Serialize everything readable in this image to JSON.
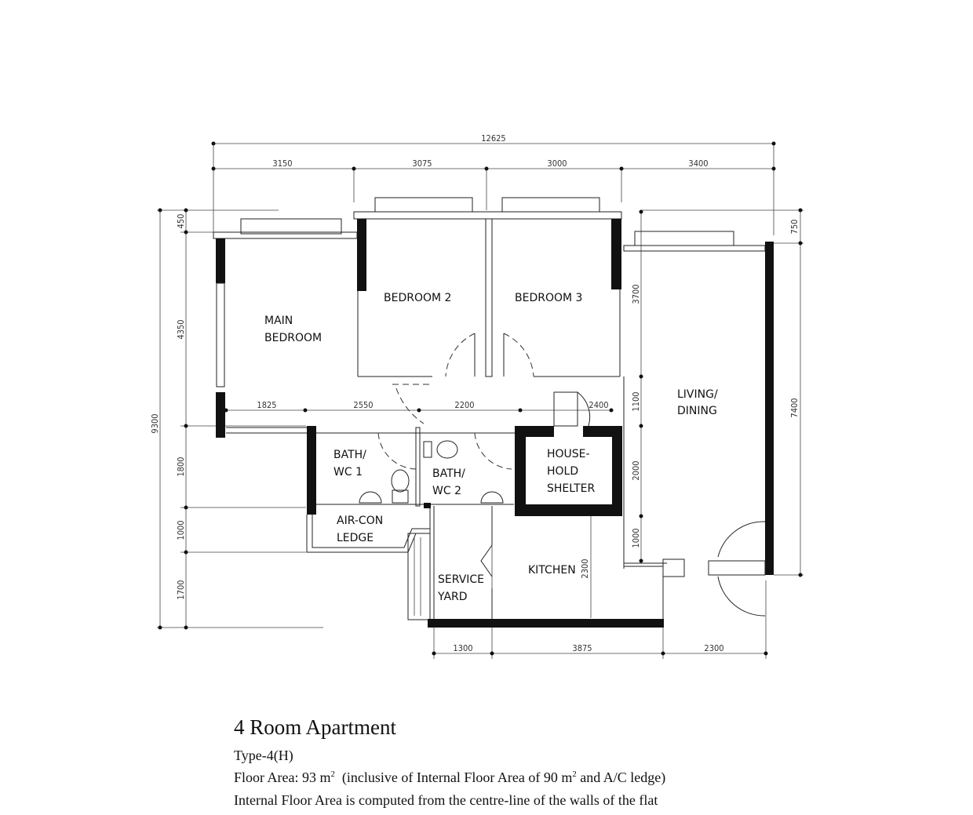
{
  "dimensions": {
    "top_total": "12625",
    "top_segments": [
      "3150",
      "3075",
      "3000",
      "3400"
    ],
    "left_total": "9300",
    "left_segments": [
      "450",
      "4350",
      "1800",
      "1000",
      "1700"
    ],
    "right_outer": [
      "750",
      "7400"
    ],
    "right_inner": [
      "3700",
      "1100",
      "2000",
      "1000"
    ],
    "interior": [
      "1825",
      "2550",
      "2200",
      "2400"
    ],
    "bottom_segments": [
      "1300",
      "3875",
      "2300"
    ],
    "kitchen_vertical": "2300"
  },
  "rooms": {
    "main_bedroom": [
      "MAIN",
      "BEDROOM"
    ],
    "bedroom2": "BEDROOM  2",
    "bedroom3": "BEDROOM  3",
    "living": [
      "LIVING/",
      "DINING"
    ],
    "bath1": [
      "BATH/",
      "WC  1"
    ],
    "bath2": [
      "BATH/",
      "WC  2"
    ],
    "shelter": [
      "HOUSE-",
      "HOLD",
      "SHELTER"
    ],
    "aircon": [
      "AIR-CON",
      "LEDGE"
    ],
    "service": [
      "SERVICE",
      "YARD"
    ],
    "kitchen": "KITCHEN"
  },
  "caption": {
    "title": "4 Room Apartment",
    "type": "Type-4(H)",
    "floor_area_prefix": "Floor Area: 93 m",
    "floor_area_mid": "  (inclusive of Internal Floor Area of 90 m",
    "floor_area_suffix": " and A/C ledge)",
    "sup": "2",
    "note": "Internal Floor Area is computed from the centre-line of the walls of the flat"
  }
}
